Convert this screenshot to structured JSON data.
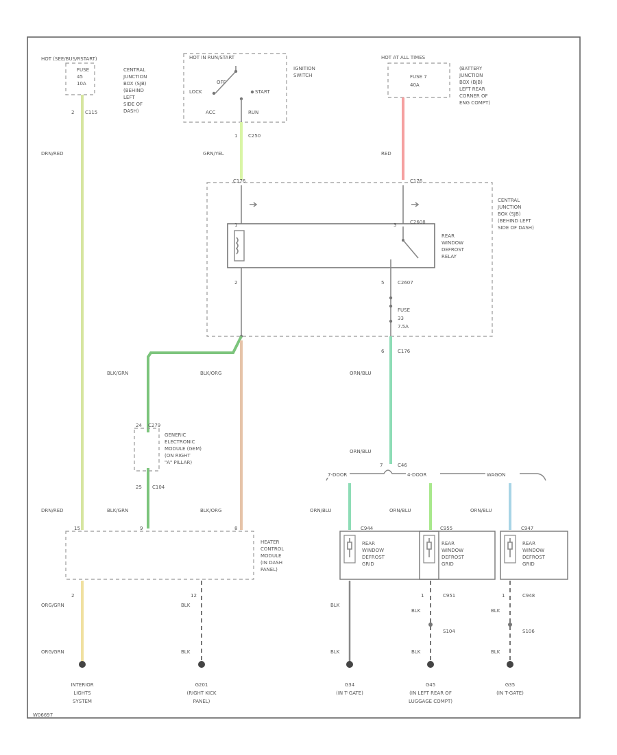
{
  "colors": {
    "dg_red": "#d6e5a0",
    "gy_yel": "#d9f5a6",
    "red": "#f5a0a0",
    "bk_grn": "#7cc47c",
    "bk_org": "#e6c3a8",
    "orn_blu": "#8edcb6",
    "orn_blu_b": "#a8e88c",
    "orn_blu_c": "#a8d4e6",
    "org_grn": "#f0e0a0",
    "blk": "#888888"
  },
  "sources": {
    "hot_left": "HOT (SEE/BUS/RSTART)",
    "fuse_left": [
      "FUSE",
      "45",
      "10A"
    ],
    "cjb_left": [
      "CENTRAL",
      "JUNCTION",
      "BOX (SJB)",
      "(BEHIND",
      "LEFT",
      "SIDE OF",
      "DASH)"
    ],
    "conn_left": "C115",
    "pin_left": "2",
    "hot_mid": "HOT IN RUN/START",
    "ign_lock": "LOCK",
    "ign_off": "OFF",
    "ign_start": "START",
    "ign_acc": "ACC",
    "ign_run": "RUN",
    "ign_label": [
      "IGNITION",
      "SWITCH"
    ],
    "conn_mid": "C250",
    "pin_mid": "1",
    "hot_right": "HOT AT ALL TIMES",
    "fuse_right": [
      "FUSE 7",
      "40A"
    ],
    "bjb_right": [
      "(BATTERY",
      "JUNCTION",
      "BOX (BJB)",
      "LEFT REAR",
      "CORNER OF",
      "ENG COMPT)"
    ]
  },
  "wires": {
    "dg_red": "DRN/RED",
    "gy_yel": "GRN/YEL",
    "red": "RED",
    "bk_grn": "BLK/GRN",
    "bk_org": "BLK/ORG",
    "orn_blu": "ORN/BLU",
    "org_grn": "ORG/GRN",
    "blk": "BLK"
  },
  "cjb": {
    "label": [
      "CENTRAL",
      "JUNCTION",
      "BOX (SJB)",
      "(BEHIND LEFT",
      "SIDE OF DASH)"
    ],
    "c1": "C176",
    "c2": "C176",
    "c_relay": "C2608",
    "c_relay2": "C2607",
    "fuse": [
      "FUSE",
      "33",
      "7.5A"
    ],
    "relay_label": [
      "REAR",
      "WINDOW",
      "DEFROST",
      "RELAY"
    ],
    "pin_a": "2",
    "pin_b": "1",
    "pin_c": "5",
    "pin_d": "3",
    "pin_out": "6",
    "conn_out": "C176"
  },
  "gem": {
    "label": [
      "GENERIC",
      "ELECTRONIC",
      "MODULE (GEM)",
      "(ON RIGHT",
      "\"A\" PILLAR)"
    ],
    "conn_top": "C279",
    "conn_bottom": "C104",
    "pin_top": "24",
    "pin_bottom": "25"
  },
  "hcm": {
    "label": [
      "HEATER",
      "CONTROL",
      "MODULE",
      "(IN DASH",
      "PANEL)"
    ],
    "pin_left": "2",
    "pin_mid": "12",
    "pin_top_a": "15",
    "pin_top_b": "9",
    "pin_top_c": "8"
  },
  "branch": {
    "conn": "C46",
    "pin": "7",
    "left": "7-DOOR",
    "mid": "4-DOOR",
    "right": "WAGON"
  },
  "grids": [
    {
      "conn": "C944",
      "label": [
        "REAR",
        "WINDOW",
        "DEFROST",
        "GRID"
      ],
      "pin_out": "",
      "conn_out": "",
      "splice": ""
    },
    {
      "conn": "C955",
      "label": [
        "REAR",
        "WINDOW",
        "DEFROST",
        "GRID"
      ],
      "pin_out": "1",
      "conn_out": "C951",
      "splice": "S104"
    },
    {
      "conn": "C947",
      "label": [
        "REAR",
        "WINDOW",
        "DEFROST",
        "GRID"
      ],
      "pin_out": "1",
      "conn_out": "C948",
      "splice": "S106"
    }
  ],
  "grounds": {
    "g1": [
      "INTERIOR",
      "LIGHTS",
      "SYSTEM"
    ],
    "g2": [
      "G201",
      "(RIGHT KICK",
      "PANEL)"
    ],
    "g3": [
      "G34",
      "(IN T-GATE)"
    ],
    "g4": [
      "G45",
      "(IN LEFT REAR OF",
      "LUGGAGE COMPT)"
    ],
    "g5": [
      "G35",
      "(IN T-GATE)"
    ]
  },
  "figure_id": "W06697"
}
